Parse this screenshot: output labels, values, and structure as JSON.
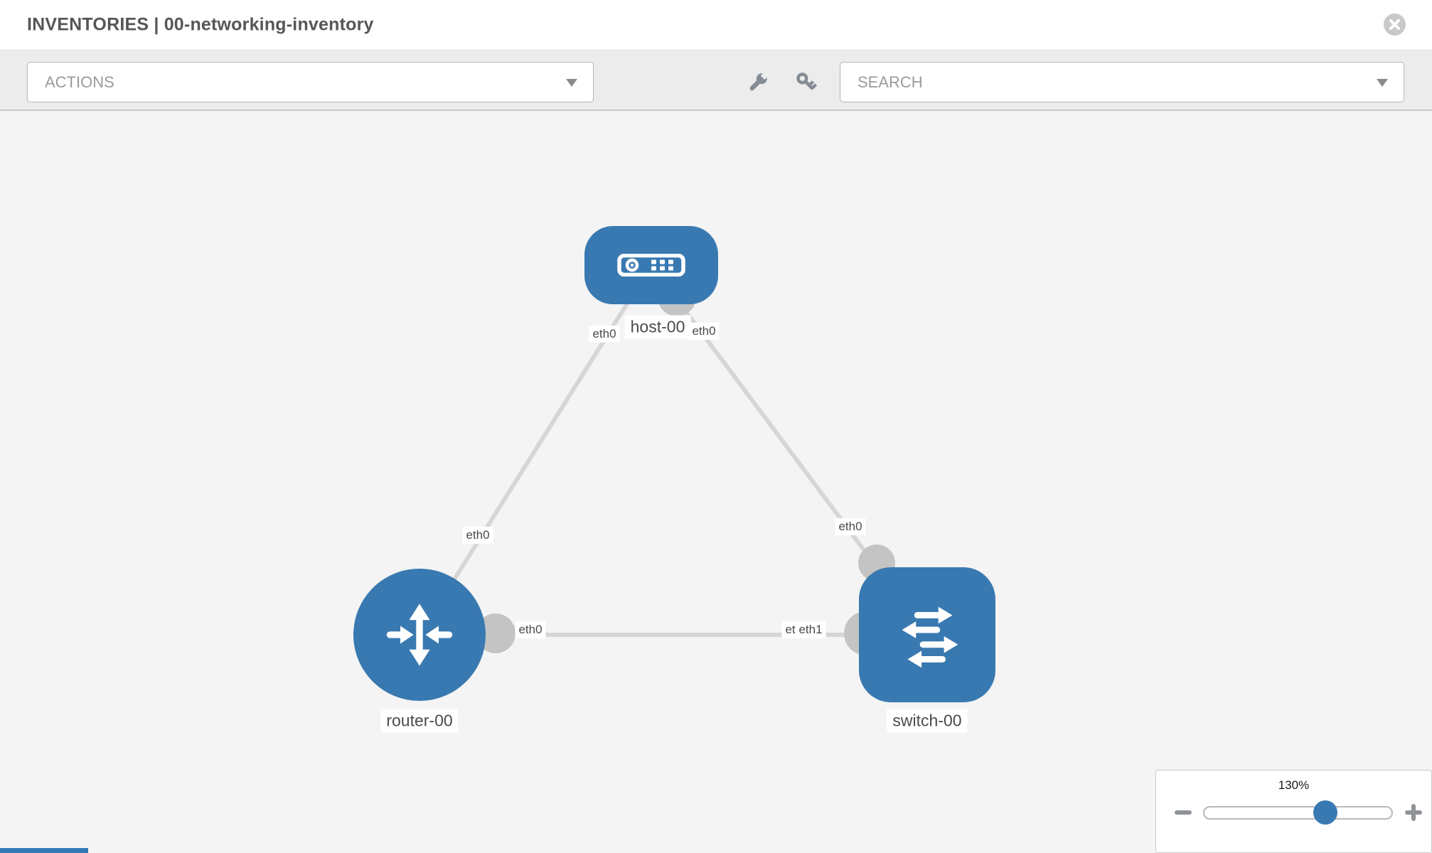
{
  "header": {
    "title": "INVENTORIES | 00-networking-inventory",
    "close_icon": "x-circle-icon"
  },
  "toolbar": {
    "actions_placeholder": "ACTIONS",
    "search_placeholder": "SEARCH",
    "icons": [
      "wrench-icon",
      "key-icon",
      "dropdown-caret-icon"
    ]
  },
  "topology": {
    "nodes": [
      {
        "label": "host-00",
        "type": "host",
        "icon": "host-icon"
      },
      {
        "label": "router-00",
        "type": "router",
        "icon": "router-icon"
      },
      {
        "label": "switch-00",
        "type": "switch",
        "icon": "switch-icon"
      }
    ],
    "interfaces": [
      {
        "label": "eth0",
        "position": "host-left"
      },
      {
        "label": "eth0",
        "position": "host-right"
      },
      {
        "label": "eth0",
        "position": "host-router-link"
      },
      {
        "label": "eth0",
        "position": "host-switch-link"
      },
      {
        "label": "eth0",
        "position": "router-right"
      },
      {
        "label": "eth0",
        "position": "switch-left-under"
      },
      {
        "label": "eth1",
        "position": "switch-left-top"
      }
    ],
    "links": [
      {
        "from": "host-00",
        "to": "router-00"
      },
      {
        "from": "host-00",
        "to": "switch-00"
      },
      {
        "from": "router-00",
        "to": "switch-00"
      }
    ]
  },
  "zoom_control": {
    "level": "130%",
    "icons": [
      "minus-icon",
      "plus-icon"
    ]
  },
  "colors": {
    "node_blue": "#3979b1",
    "accent_blue": "#337ab7",
    "link_gray": "#d6d6d6",
    "endpoint_gray": "#c4c4c4",
    "toolbar_bg": "#ececec",
    "canvas_bg": "#f4f4f4"
  }
}
